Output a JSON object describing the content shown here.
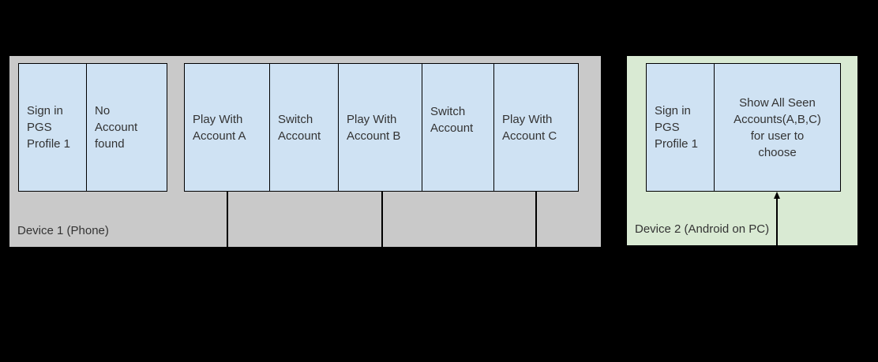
{
  "colors": {
    "canvas_bg": "#000000",
    "device1_bg": "#c9c9c9",
    "device2_bg": "#d9ead3",
    "box_fill": "#cfe2f3",
    "box_border": "#000000",
    "text": "#333333"
  },
  "device1": {
    "label": "Device 1 (Phone)",
    "signin_group": {
      "boxes": [
        {
          "label": "Sign in\nPGS\nProfile 1"
        },
        {
          "label": "No\nAccount\nfound"
        }
      ]
    },
    "accounts_group": {
      "boxes": [
        {
          "label": "Play With\nAccount A"
        },
        {
          "label": "Switch\nAccount"
        },
        {
          "label": "Play With\nAccount B"
        },
        {
          "label": "Switch\nAccount"
        },
        {
          "label": "Play With\nAccount C"
        }
      ]
    }
  },
  "device2": {
    "label": "Device 2 (Android on PC)",
    "boxes": [
      {
        "label": "Sign in\nPGS\nProfile 1"
      },
      {
        "label": "Show All Seen\nAccounts(A,B,C)\nfor user to\nchoose"
      }
    ]
  }
}
